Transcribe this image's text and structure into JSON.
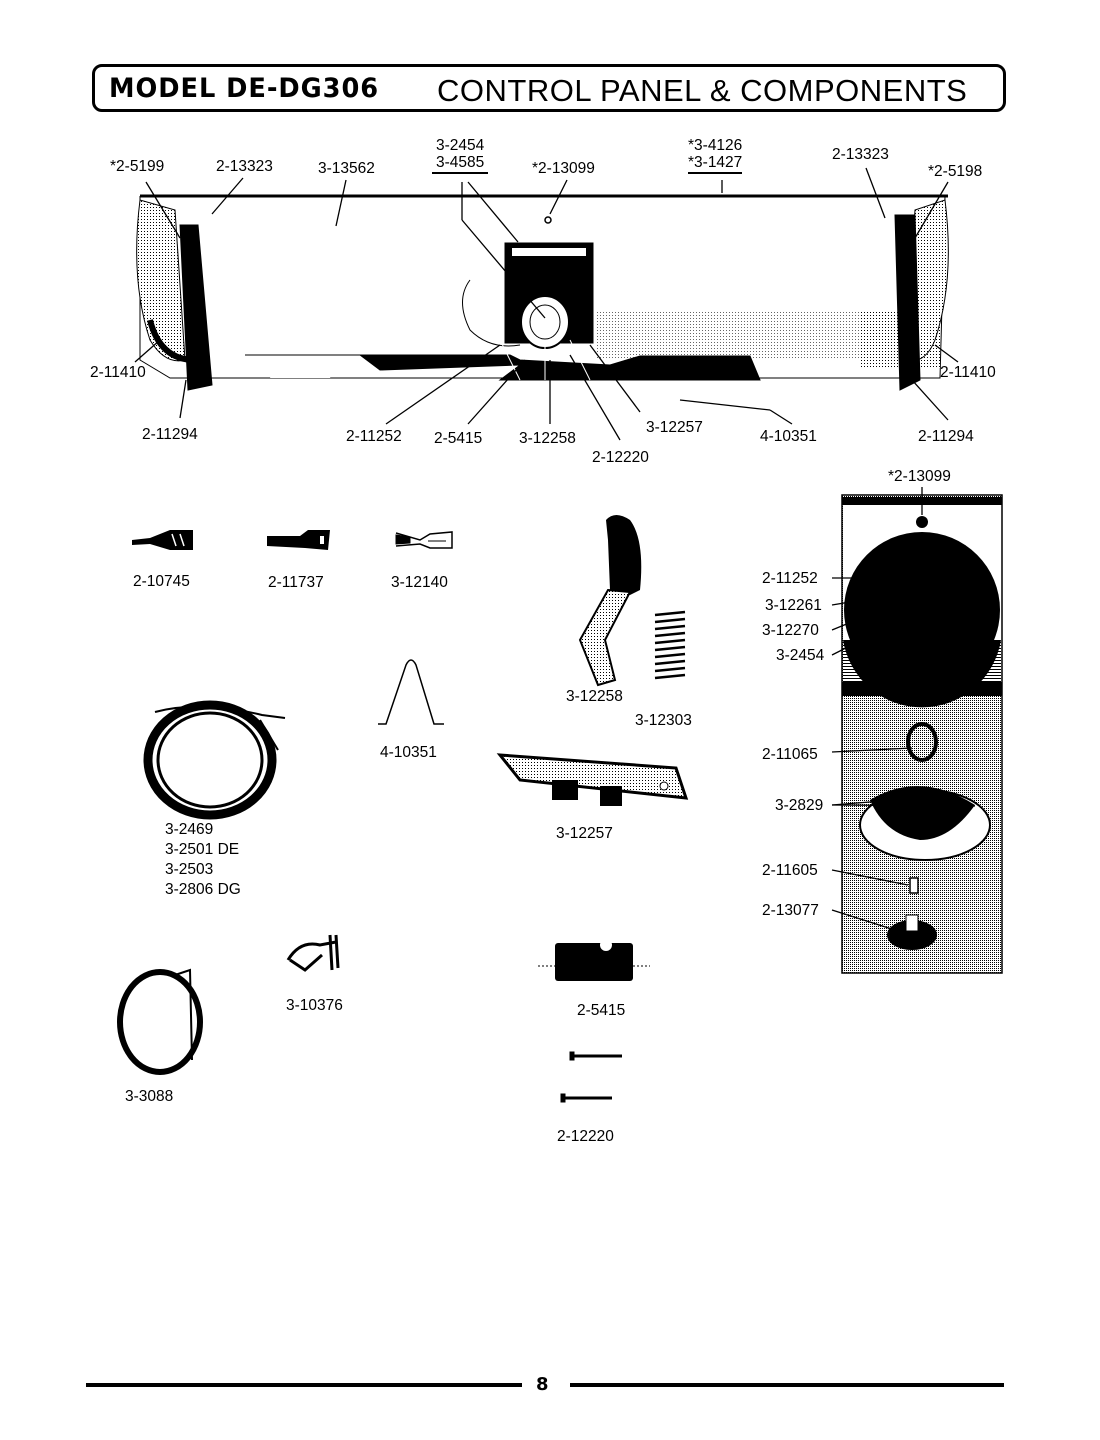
{
  "header": {
    "model": "MODEL DE-DG306",
    "title": "CONTROL PANEL & COMPONENTS"
  },
  "assembly_labels": {
    "l_2_5199": "*2-5199",
    "l_2_13323_left": "2-13323",
    "l_3_13562": "3-13562",
    "l_3_2454": "3-2454",
    "l_3_4585": "3-4585",
    "l_2_13099": "*2-13099",
    "l_3_4126": "*3-4126",
    "l_3_1427": "*3-1427",
    "l_2_13323_right": "2-13323",
    "l_2_5198": "*2-5198",
    "l_2_11410_left": "2-11410",
    "l_2_11410_right": "2-11410",
    "l_2_11294_left": "2-11294",
    "l_2_11294_right": "2-11294",
    "l_2_11252": "2-11252",
    "l_2_5415": "2-5415",
    "l_3_12258": "3-12258",
    "l_2_12220": "2-12220",
    "l_3_12257": "3-12257",
    "l_4_10351": "4-10351"
  },
  "parts": {
    "terminal_1": "2-10745",
    "terminal_2": "2-11737",
    "terminal_3": "3-12140",
    "lever": "3-12258",
    "spring": "3-12303",
    "clip": "4-10351",
    "bracket": "3-12257",
    "harness": [
      "3-2469",
      "3-2501 DE",
      "3-2503",
      "3-2806 DG"
    ],
    "wire_tie": "3-10376",
    "switch": "2-5415",
    "screws": "2-12220",
    "wire_loop": "3-3088"
  },
  "knob_panel": {
    "top_label": "*2-13099",
    "labels": [
      "2-11252",
      "3-12261",
      "3-12270",
      "3-2454",
      "2-11065",
      "3-2829",
      "2-11605",
      "2-13077"
    ]
  },
  "footer": {
    "page_number": "8"
  }
}
